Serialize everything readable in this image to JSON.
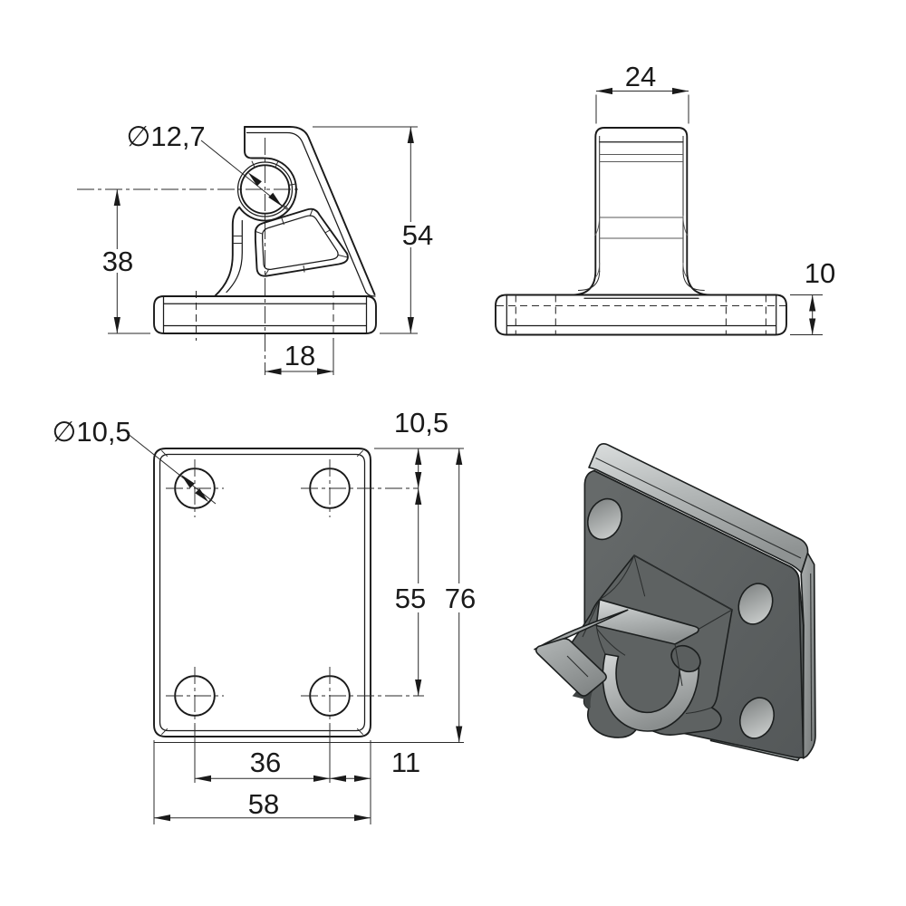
{
  "drawing": {
    "type": "technical-drawing",
    "background": "#ffffff",
    "line_color": "#1a1a1a",
    "views": {
      "side_view": {
        "name": "side-profile-view",
        "dimensions": {
          "hook_hole_diameter": "∅12,7",
          "overall_height": "54",
          "hole_center_height": "38",
          "hole_center_offset": "18"
        }
      },
      "front_view": {
        "name": "front-view",
        "dimensions": {
          "stem_width": "24",
          "plate_thickness": "10"
        }
      },
      "bottom_view": {
        "name": "mounting-plate-view",
        "dimensions": {
          "mount_hole_diameter": "∅10,5",
          "hole_top_edge_distance": "10,5",
          "hole_pitch_vertical": "55",
          "plate_height": "76",
          "hole_pitch_horizontal": "36",
          "hole_side_edge_distance": "11",
          "plate_width": "58"
        }
      },
      "iso_view": {
        "name": "isometric-3d-view",
        "colors": {
          "face_dark": "#5b5f5f",
          "face_medium": "#8d9191",
          "face_light": "#b8bbbb",
          "highlight": "#d8dbdb",
          "outline": "#1c1f1f"
        }
      }
    }
  }
}
